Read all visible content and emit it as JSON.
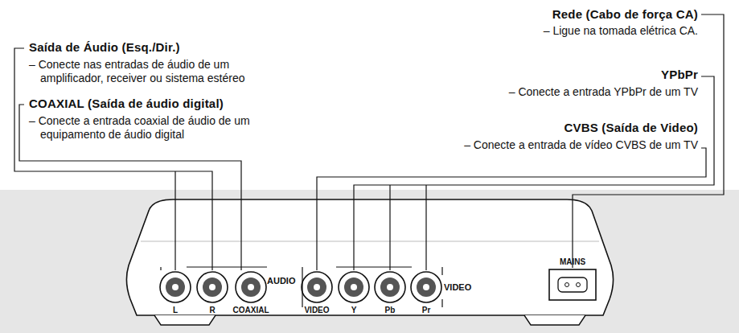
{
  "diagram": {
    "labels": [
      "Saída de Áudio (Esq./Dir.)",
      "– Conecte nas entradas de áudio de um amplificador, receiver ou sistema estéreo",
      "COAXIAL (Saída de áudio digital)",
      "– Conecte a entrada coaxial de áudio de um equipamento de áudio digital",
      "Rede (Cabo de força CA)",
      "– Ligue na tomada elétrica CA.",
      "YPbPr",
      "– Conecte a entrada YPbPr de um TV",
      "CVBS (Saída de Video)",
      "– Conecte a entrada de vídeo CVBS de um TV",
      "L",
      "R",
      "COAXIAL",
      "AUDIO",
      "VIDEO",
      "Y",
      "Pb",
      "Pr",
      "VIDEO",
      "MAINS"
    ]
  }
}
